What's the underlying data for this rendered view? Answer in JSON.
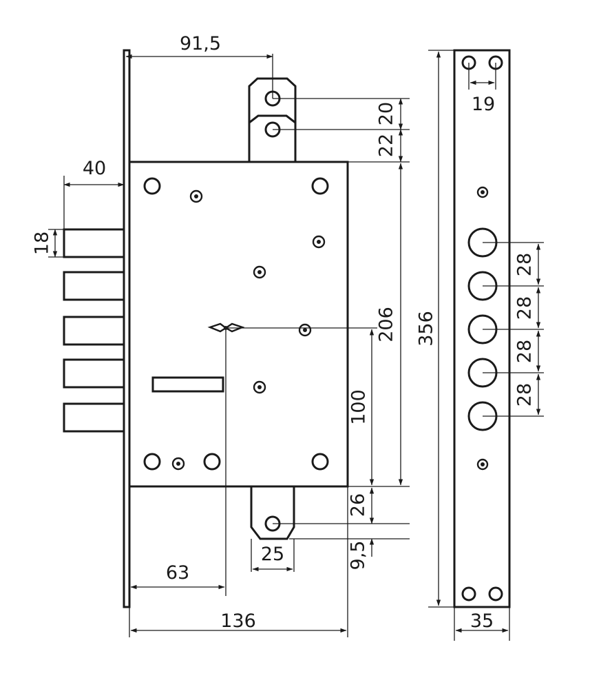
{
  "dimensions": {
    "top_hook_offset": "91,5",
    "bolt_depth": "40",
    "bolt_height": "18",
    "hook_spacing_top": "20",
    "hook_to_case": "22",
    "case_height": "206",
    "spindle_height": "100",
    "bottom_hook_offset": "26",
    "bottom_hook_hole": "9,5",
    "bottom_hook_width": "25",
    "backset": "63",
    "case_width": "136",
    "faceplate_length": "356",
    "faceplate_hole_spacing": "19",
    "faceplate_width": "35",
    "bolt_spacing": [
      "28",
      "28",
      "28",
      "28"
    ]
  }
}
